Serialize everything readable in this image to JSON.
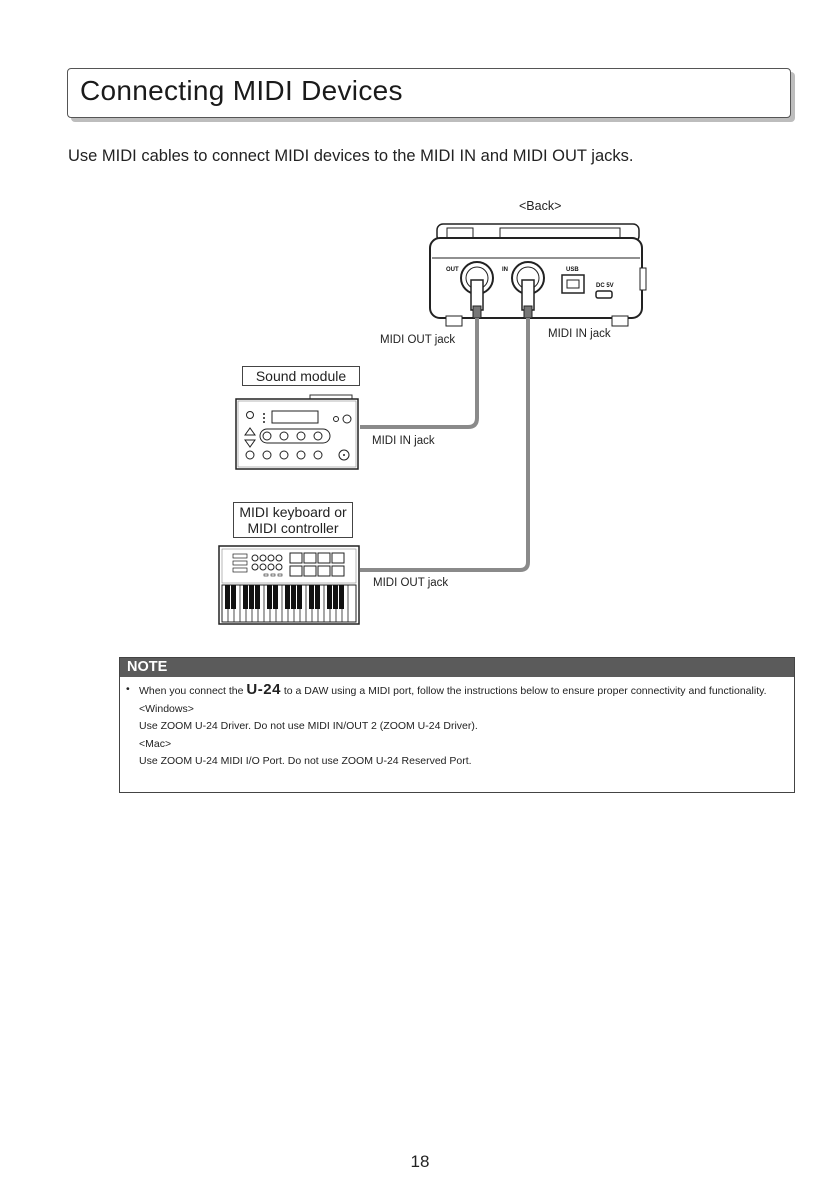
{
  "page": {
    "title": "Connecting MIDI Devices",
    "intro": "Use MIDI cables to connect MIDI devices to the MIDI IN and MIDI OUT jacks.",
    "page_number": "18"
  },
  "diagram": {
    "back_label": "<Back>",
    "device_panel": {
      "out": "OUT",
      "in": "IN",
      "usb": "USB",
      "dc": "DC 5V"
    },
    "midi_out_jack_label": "MIDI OUT jack",
    "midi_in_jack_label": "MIDI IN jack",
    "sound_module": {
      "label": "Sound module",
      "in_jack_label": "MIDI IN jack"
    },
    "keyboard": {
      "label_line1": "MIDI keyboard or",
      "label_line2": "MIDI controller",
      "out_jack_label": "MIDI OUT jack"
    }
  },
  "note": {
    "heading": "NOTE",
    "bullet": "•",
    "text_before": "When you connect the",
    "product": "U-24",
    "text_after": "to a DAW using a MIDI port, follow the instructions below to ensure proper connectivity and functionality.",
    "windows_heading": "<Windows>",
    "windows_text": "Use ZOOM U-24 Driver. Do not use MIDI IN/OUT 2 (ZOOM U-24 Driver).",
    "mac_heading": "<Mac>",
    "mac_text": "Use ZOOM U-24 MIDI I/O Port. Do not use ZOOM U-24 Reserved Port."
  }
}
